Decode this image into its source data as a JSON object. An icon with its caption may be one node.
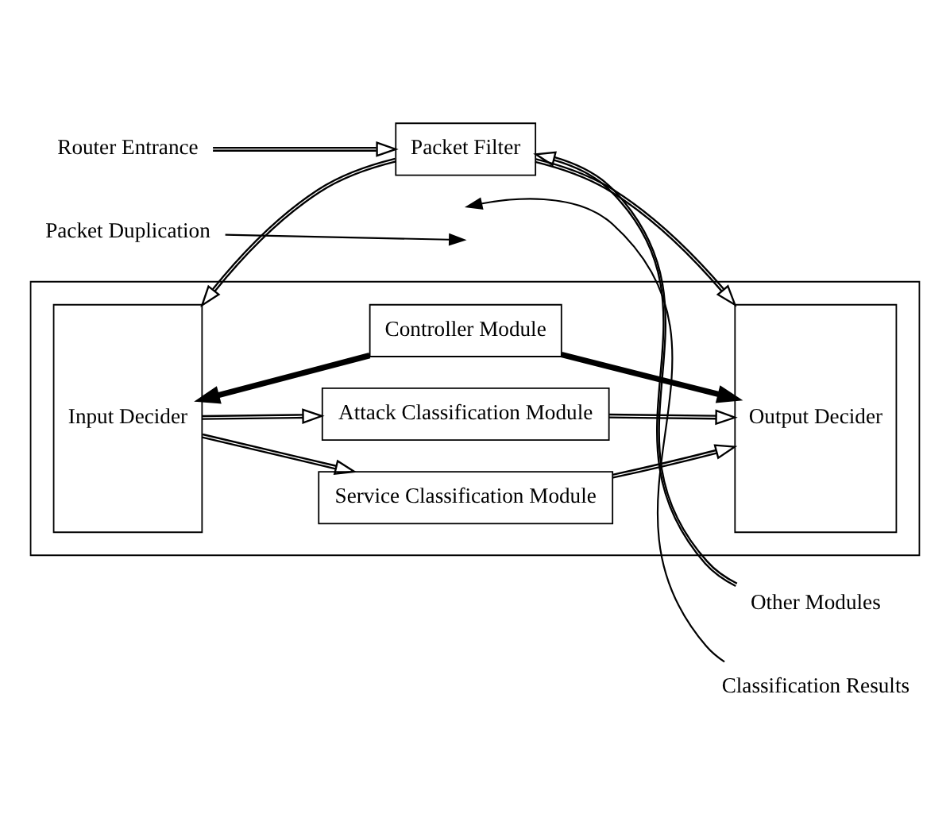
{
  "diagram": {
    "nodes": [
      {
        "text": [],
        "shape": "box"
      },
      {
        "text": [
          "Controller Module"
        ],
        "in": 0
      },
      {
        "text": [
          "Input Decider"
        ],
        "in": 0
      },
      {
        "text": [
          "Attack Classification Module"
        ],
        "in": 0
      },
      {
        "text": [
          "Service Classification Module"
        ],
        "in": 0
      },
      {
        "text": [
          "Output Decider"
        ],
        "in": 0
      },
      {
        "text": [
          "Packet Duplication"
        ]
      },
      {
        "text": [
          "Classification Results"
        ]
      },
      {
        "text": [
          "Router Entrance"
        ]
      },
      {
        "text": [
          "Packet Filter"
        ]
      },
      {
        "text": [
          "Other Modules"
        ]
      }
    ],
    "edges": [
      {
        "from": 1,
        "to": 2,
        "arrow": "to",
        "style": "thick"
      },
      {
        "from": 1,
        "to": 5,
        "arrow": "to",
        "style": "thick"
      },
      {
        "from": 2,
        "to": 3,
        "arrow": "to"
      },
      {
        "from": 2,
        "to": 4,
        "arrow": "to"
      },
      {
        "from": 3,
        "to": 5,
        "arrow": "to"
      },
      {
        "from": 4,
        "to": 5,
        "arrow": "to"
      },
      {
        "from": 9,
        "to": 2,
        "arrow": "to"
      },
      {
        "from": 9,
        "to": 5,
        "arrow": "to"
      },
      {
        "from": 6,
        "to": null,
        "arrow": "to"
      },
      {
        "from": 7,
        "to": null,
        "arrow": "to"
      },
      {
        "from": 8,
        "to": 9,
        "arrow": "to"
      },
      {
        "from": 10,
        "to": 9,
        "arrow": "to"
      }
    ]
  }
}
